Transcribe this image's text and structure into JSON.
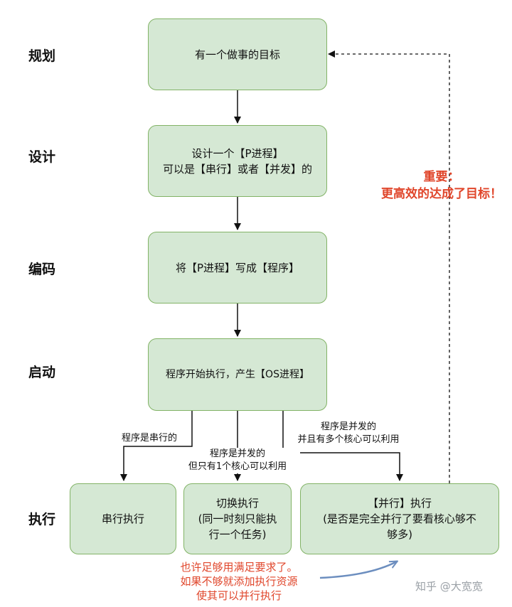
{
  "stages": {
    "plan": "规划",
    "design": "设计",
    "code": "编码",
    "start": "启动",
    "exec": "执行"
  },
  "boxes": {
    "goal": "有一个做事的目标",
    "design": "设计一个【P进程】\n可以是【串行】或者【并发】的",
    "code": "将【P进程】写成【程序】",
    "start": "程序开始执行，产生【OS进程】",
    "serial": "串行执行",
    "switch": "切换执行\n(同一时刻只能执\n行一个任务)",
    "parallel": "【并行】执行\n(是否是完全并行了要看核心够不\n够多)"
  },
  "edge_labels": {
    "serial": "程序是串行的",
    "concurrent_single": "程序是并发的\n但只有1个核心可以利用",
    "concurrent_multi": "程序是并发的\n并且有多个核心可以利用"
  },
  "important_note": "重要：\n更高效的达成了目标！",
  "bottom_note": "也许足够用满足要求了。\n如果不够就添加执行资源\n使其可以并行执行",
  "watermark": "知乎 @大宽宽",
  "colors": {
    "box_fill": "#d5e8d4",
    "box_border": "#82b366",
    "note_red": "#e0462b",
    "blue_arrow": "#6c8ebf"
  }
}
